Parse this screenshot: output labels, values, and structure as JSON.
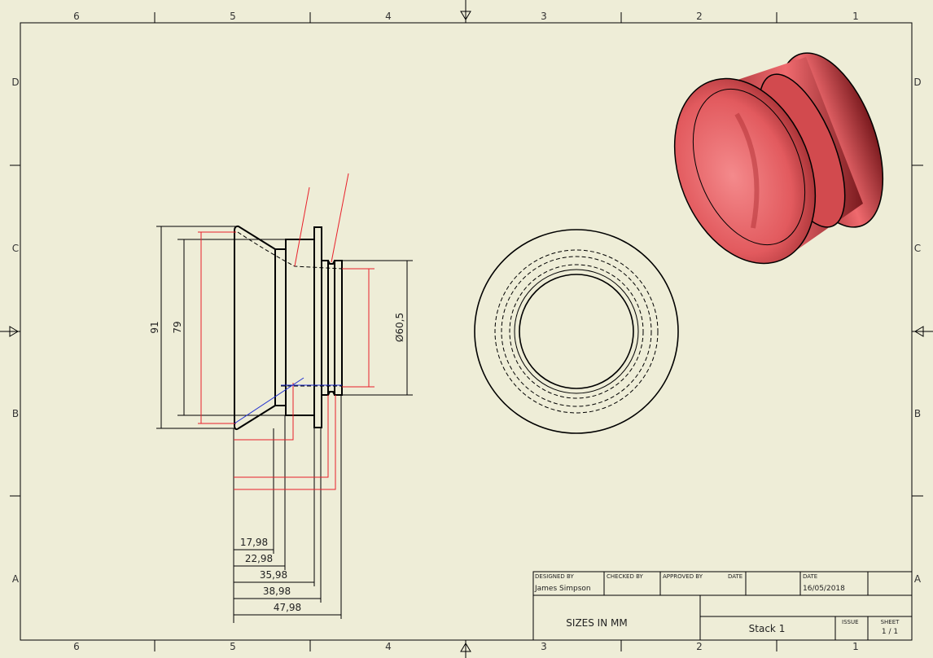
{
  "sheet": {
    "zones_columns": [
      "6",
      "5",
      "4",
      "3",
      "2",
      "1"
    ],
    "zones_rows": [
      "D",
      "C",
      "B",
      "A"
    ]
  },
  "dimensions": {
    "height_outer": "91",
    "height_inner": "79",
    "diameter": "Ø60,5",
    "lengths": [
      "17,98",
      "22,98",
      "35,98",
      "38,98",
      "47,98"
    ]
  },
  "title_block": {
    "designed_by_label": "DESIGNED BY",
    "designed_by": "James Simpson",
    "checked_by_label": "CHECKED BY",
    "approved_by_label": "APPROVED BY",
    "date_label_1": "DATE",
    "date_label_2": "DATE",
    "date": "16/05/2018",
    "note": "SIZES IN MM",
    "title": "Stack 1",
    "issue_label": "ISSUE",
    "sheet_label": "SHEET",
    "sheet_value": "1 / 1"
  },
  "colors": {
    "background": "#eeedd7",
    "line": "#000000",
    "red": "#e8202a",
    "blue": "#2030d0",
    "render": "#e85a5e"
  }
}
